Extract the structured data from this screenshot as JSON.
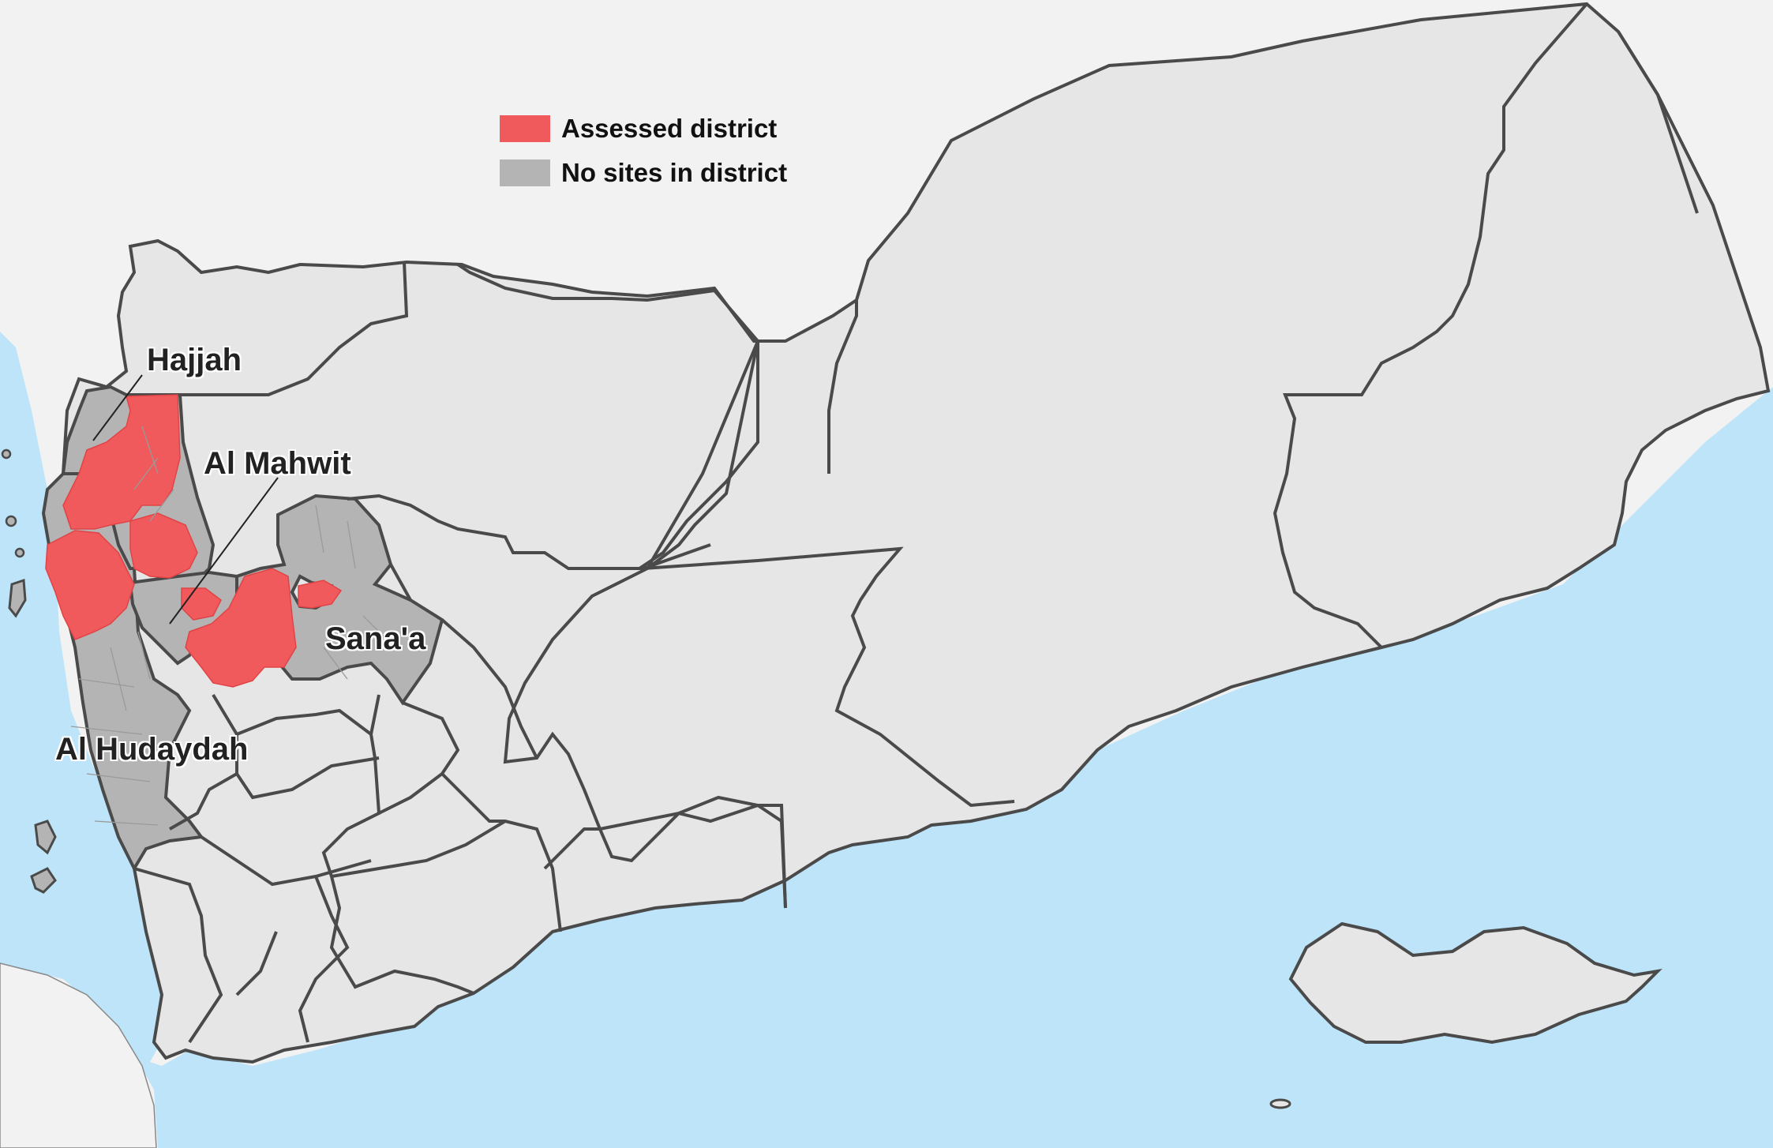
{
  "map": {
    "title_fragment": "",
    "legend": [
      {
        "label": "Assessed district",
        "color": "#f05a5c"
      },
      {
        "label": "No sites in district",
        "color": "#b4b4b4"
      }
    ],
    "labels": {
      "hajjah": "Hajjah",
      "al_mahwit": "Al Mahwit",
      "sanaa": "Sana'a",
      "al_hudaydah": "Al Hudaydah"
    },
    "colors": {
      "sea": "#bde4f8",
      "land_other": "#e6e6e6",
      "land_outside": "#f2f2f2",
      "no_sites": "#b4b4b4",
      "assessed": "#f05a5c",
      "border": "#4a4a4a"
    }
  }
}
